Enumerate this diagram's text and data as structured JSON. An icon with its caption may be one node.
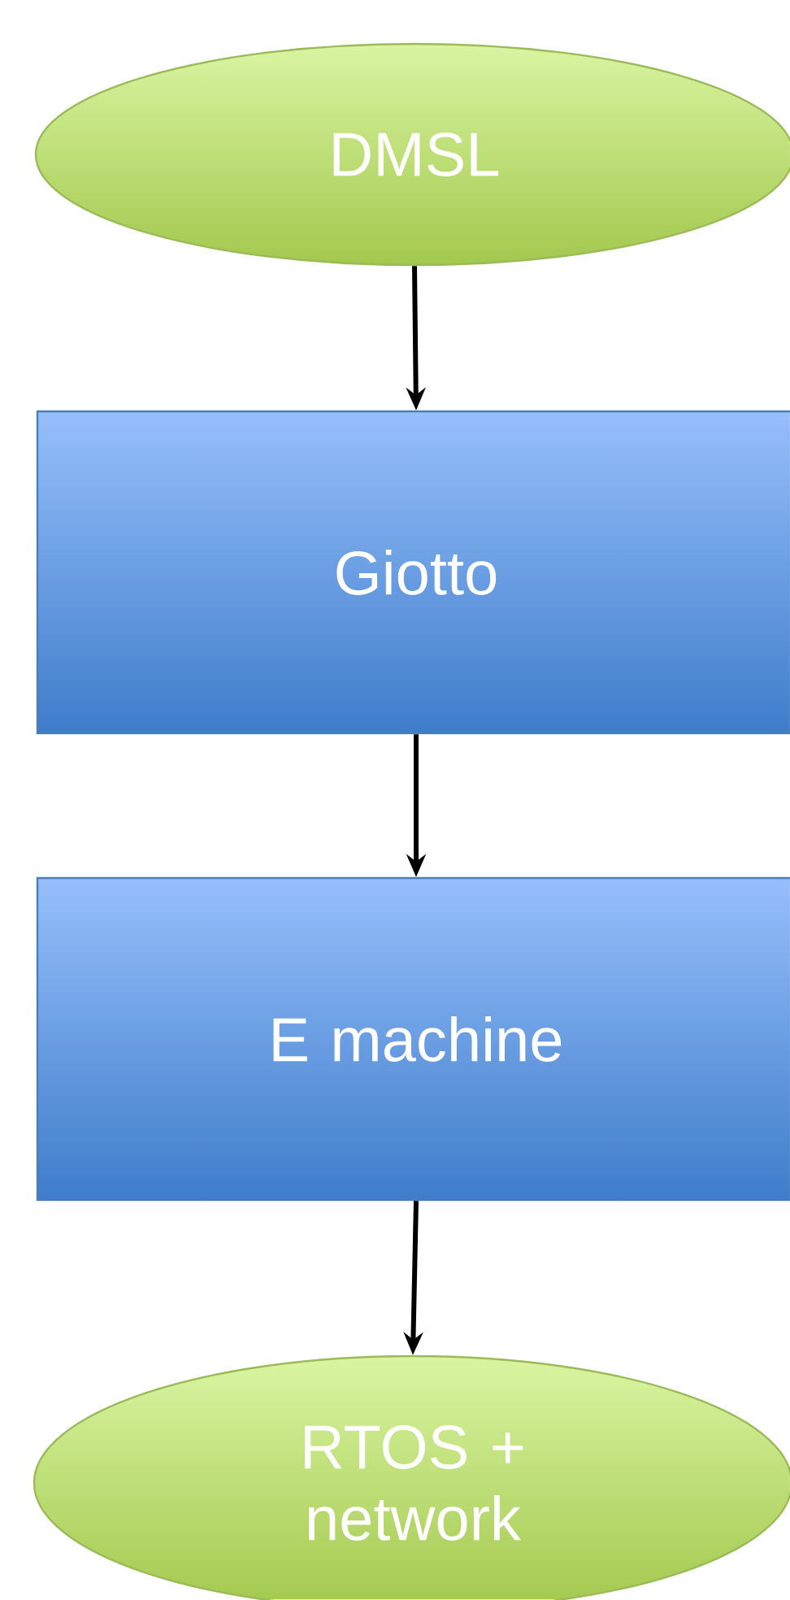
{
  "diagram": {
    "nodes": [
      {
        "text": [
          "DMSL"
        ]
      },
      {
        "text": [
          "Giotto"
        ]
      },
      {
        "text": [
          "E machine"
        ]
      },
      {
        "text": [
          "RTOS + network"
        ]
      }
    ],
    "edges": [
      {
        "from": 0,
        "to": 1,
        "arrow": "to"
      },
      {
        "from": 1,
        "to": 2,
        "arrow": "to"
      },
      {
        "from": 2,
        "to": 3,
        "arrow": "to"
      }
    ]
  }
}
